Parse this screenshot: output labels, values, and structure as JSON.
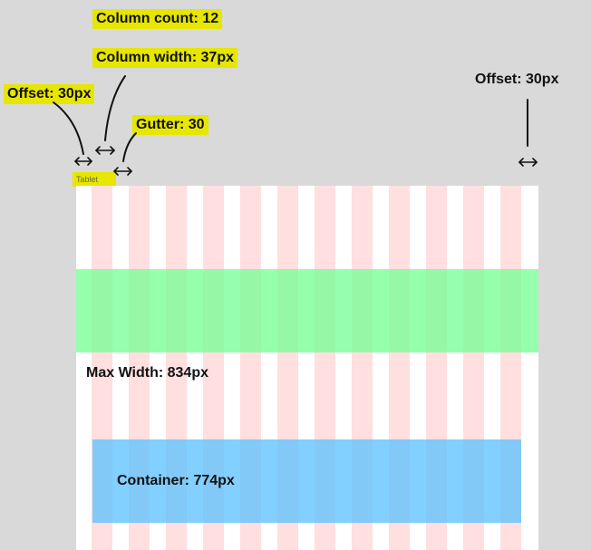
{
  "labels": {
    "column_count": "Column count: 12",
    "column_width": "Column width: 37px",
    "offset_left": "Offset: 30px",
    "gutter": "Gutter: 30",
    "offset_right": "Offset: 30px",
    "tablet": "Tablet",
    "max_width": "Max Width: 834px",
    "container": "Container: 774px"
  },
  "grid": {
    "column_count": 12
  },
  "colors": {
    "background": "#d9d9d9",
    "highlight": "#e6e600",
    "column": "#ffaaaa",
    "green_band": "#78ff96",
    "blue_band": "#5fc3ff"
  },
  "icons": [
    "double-arrow-icon",
    "pointer-line-icon"
  ]
}
